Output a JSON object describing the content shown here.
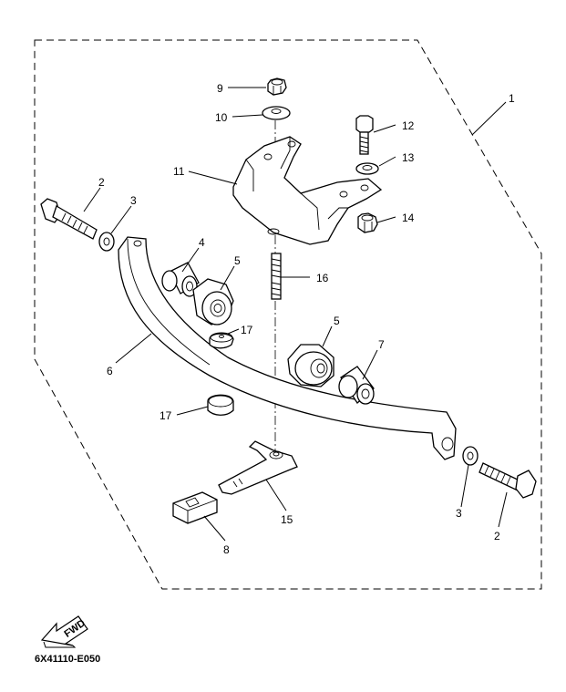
{
  "callouts": {
    "c1": "1",
    "c2a": "2",
    "c2b": "2",
    "c3a": "3",
    "c3b": "3",
    "c4": "4",
    "c5a": "5",
    "c5b": "5",
    "c6": "6",
    "c7": "7",
    "c8": "8",
    "c9": "9",
    "c10": "10",
    "c11": "11",
    "c12": "12",
    "c13": "13",
    "c14": "14",
    "c15": "15",
    "c16": "16",
    "c17a": "17",
    "c17b": "17"
  },
  "fwd_label": "FWD",
  "diagram_code": "6X41110-E050"
}
